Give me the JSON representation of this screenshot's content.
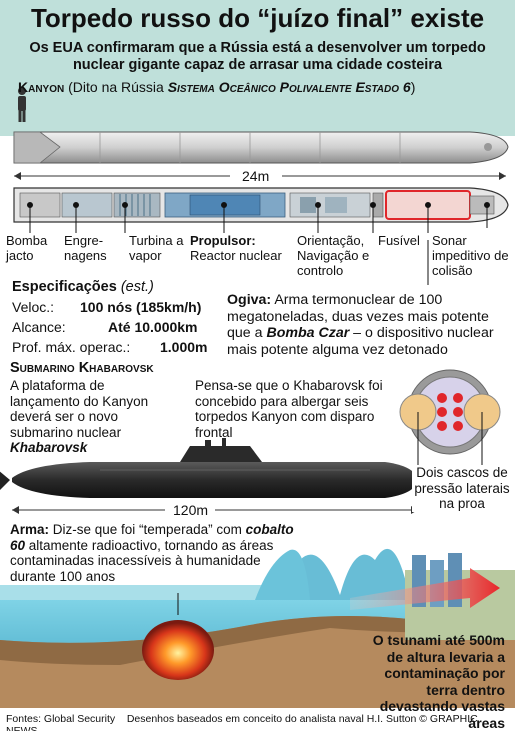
{
  "header": {
    "title": "Torpedo russo do “juízo final” existe",
    "subtitle_1": "Os EUA confirmaram que a Rússia está a desenvolver um torpedo",
    "subtitle_2": "nuclear gigante capaz de arrasar uma cidade costeira",
    "kanyon_name": "Kanyon",
    "kanyon_open": " (Dito na Rússia ",
    "kanyon_alias": "Sistema Oceânico Polivalente Estado 6",
    "kanyon_close": ")"
  },
  "torpedo": {
    "length": "24m",
    "labels": {
      "pump_jet": "Bomba jacto",
      "gears": "Engre- nagens",
      "steam_turbine": "Turbina a vapor",
      "propulsor_title": "Propulsor:",
      "propulsor_desc": "Reactor nuclear",
      "navigation": "Orientação, Navigação e controlo",
      "fuse": "Fusível",
      "sonar": "Sonar impeditivo de colisão"
    }
  },
  "specs": {
    "title": "Especificações",
    "note": " (est.)",
    "rows": [
      {
        "label": "Veloc.:",
        "value": "100 nós (185km/h)"
      },
      {
        "label": "Alcance:",
        "value": "Até 10.000km"
      },
      {
        "label": "Prof. máx. operac.:",
        "value": "1.000m"
      }
    ]
  },
  "warhead": {
    "label": "Ogiva:",
    "text_1": " Arma termonuclear de 100 megatoneladas, duas vezes mais potente que a ",
    "bomb_name": "Bomba Czar",
    "text_2": " – o dispositivo nuclear mais potente alguma vez detonado"
  },
  "submarine": {
    "title": "Submarino Khabarovsk",
    "platform_text": "A plataforma de lançamento do Kanyon deverá ser o novo submarino nuclear ",
    "sub_name": "Khabarovsk",
    "capacity_text": "Pensa-se que o Khabarovsk foi concebido para albergar seis torpedos Kanyon com disparo frontal",
    "length": "120m",
    "hulls_text": "Dois cascos de pressão laterais na proa"
  },
  "weapon": {
    "label": "Arma:",
    "text_1": " Diz-se que foi “temperada” com ",
    "cobalt": "cobalto 60",
    "text_2": " altamente radioactivo, tornando as áreas contaminadas inacessíveis à humanidade durante 100 anos"
  },
  "tsunami": {
    "text": "O tsunami até 500m de altura levaria a contaminação por terra dentro devastando vastas áreas"
  },
  "footer": {
    "sources": "Fontes: Global Security",
    "credits": "Desenhos baseados em conceito do analista naval H.I. Sutton © GRAPHIC NEWS"
  },
  "colors": {
    "header_bg": "#bfe0da",
    "sea": "#6fc8dc",
    "torpedo_body": "#d6d6d6",
    "warhead_outline": "#e0262a",
    "sub_hull": "#262626",
    "explosion": "#e04a1a"
  }
}
